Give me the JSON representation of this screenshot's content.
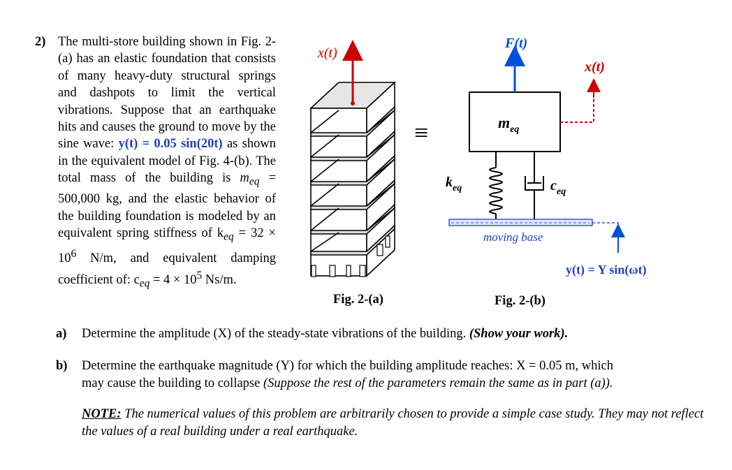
{
  "problem": {
    "number": "2)",
    "text_lines": [
      "The multi-store building shown in",
      "Fig. 2-(a) has an elastic foundation",
      "that consists of many heavy-duty",
      "structural springs and dashpots to",
      "limit the vertical vibrations. Suppose",
      "that an earthquake hits and causes the",
      "ground to move by the sine wave:"
    ],
    "equation_y": "y(t) = 0.05 sin(20t)",
    "after_eq": " as shown in",
    "line_b": "the equivalent model of Fig. 4-(b).",
    "line_c": "The total mass of the building is",
    "line_m": "m",
    "line_m_sub": "eq",
    "line_m_rest": " = 500,000 kg, and the elastic",
    "line_d": "behavior of the building foundation",
    "line_e": "is modeled by an equivalent spring",
    "line_f_a": "stiffness  of  k",
    "line_f_sub": "eq",
    "line_f_b": " = 32 × 10",
    "line_f_sup": "6",
    "line_f_c": " N/m,",
    "line_g": "and equivalent damping coefficient",
    "line_h_a": "of: c",
    "line_h_sub": "eq",
    "line_h_b": " = 4 × 10",
    "line_h_sup": "5",
    "line_h_c": " Ns/m."
  },
  "figure": {
    "caption_a": "Fig. 2-(a)",
    "caption_b": "Fig. 2-(b)",
    "label_x_a": "x(t)",
    "label_F": "F(t)",
    "label_x_b": "x(t)",
    "label_m": "m",
    "label_m_sub": "eq",
    "label_k": "k",
    "label_k_sub": "eq",
    "label_c": "c",
    "label_c_sub": "eq",
    "moving_base": "moving base",
    "label_y": "y(t) = Y sin(ωt)",
    "equiv": "≡",
    "colors": {
      "red": "#cc0000",
      "blue": "#0050d8",
      "base_fill": "#dfe6f7",
      "base_stroke": "#3050c8"
    }
  },
  "questions": {
    "a_label": "a)",
    "a_text": "Determine the amplitude (X) of the steady-state vibrations of the building. ",
    "a_italic": "(Show your work).",
    "b_label": "b)",
    "b_text": "Determine the earthquake magnitude (Y) for which the building amplitude reaches: X = 0.05 m, which",
    "b_line2": "may cause the building to collapse ",
    "b_italic": "(Suppose the rest of the parameters remain the same as in part (a))."
  },
  "note": {
    "heading": "NOTE:",
    "text": " The numerical values of this problem are arbitrarily chosen to provide a simple case study. They may not reflect the values of a real building under a real earthquake."
  }
}
